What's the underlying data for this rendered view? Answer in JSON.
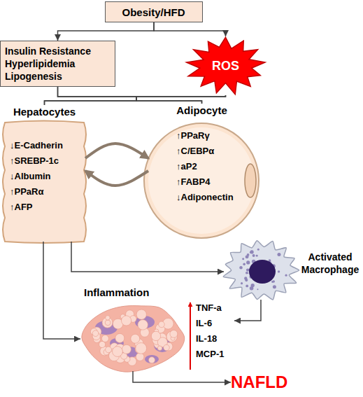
{
  "diagram": {
    "nodes": [
      {
        "text": [
          "Obesity/HFD"
        ]
      },
      {
        "text": [
          "Insulin Resistance Hyperlipidemia Lipogenesis"
        ]
      },
      {
        "text": [
          "ROS"
        ]
      },
      {
        "text": [
          "Hepatocytes",
          "↓E-Cadherin",
          "↑SREBP-1c",
          "↓Albumin",
          "↑PPaRα",
          "↑AFP"
        ]
      },
      {
        "text": [
          "Adipocyte",
          "↑PPaRγ",
          "↑C/EBPα",
          "↑aP2",
          "↑FABP4",
          "↓Adiponectin"
        ]
      },
      {
        "text": [
          "Activated Macrophage"
        ]
      },
      {
        "text": [
          "Inflammation",
          "TNF-a",
          "IL-6",
          "IL-18",
          "MCP-1"
        ]
      },
      {
        "text": [
          "NAFLD"
        ]
      }
    ],
    "edges": [
      {
        "from": 0,
        "to": 1,
        "arrow": "to"
      },
      {
        "from": 0,
        "to": 2,
        "arrow": "to"
      },
      {
        "from": 1,
        "to": 3,
        "arrow": "none"
      },
      {
        "from": 1,
        "to": 4,
        "arrow": "none"
      },
      {
        "from": 2,
        "to": 3,
        "arrow": "none"
      },
      {
        "from": 2,
        "to": 4,
        "arrow": "none"
      },
      {
        "from": 3,
        "to": 4,
        "arrow": "to"
      },
      {
        "from": 4,
        "to": 3,
        "arrow": "to"
      },
      {
        "from": 3,
        "to": 5,
        "arrow": "to"
      },
      {
        "from": 3,
        "to": 6,
        "arrow": "to"
      },
      {
        "from": 5,
        "to": 6,
        "arrow": "to"
      },
      {
        "from": 6,
        "to": 7,
        "arrow": "to"
      }
    ]
  }
}
